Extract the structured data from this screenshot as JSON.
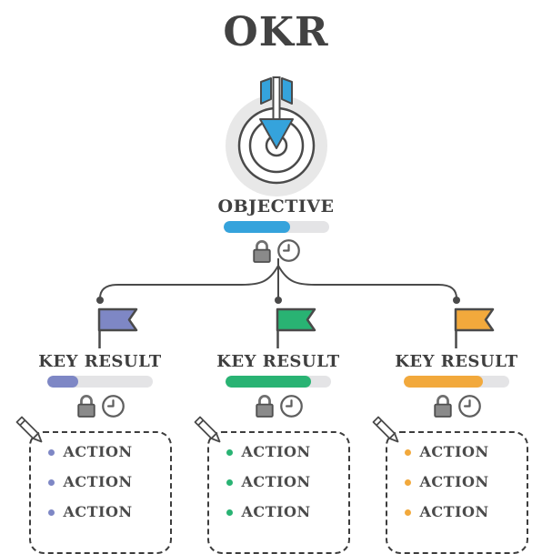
{
  "title": "OKR",
  "colors": {
    "blue": "#35a3dc",
    "purple": "#7e87c5",
    "green": "#29b373",
    "orange": "#f2a93c",
    "outline": "#4a4a4a",
    "track": "#e4e4e6"
  },
  "icons": {
    "header": "target-icon",
    "status": [
      "lock-icon",
      "clock-icon"
    ],
    "key_result_marker": "flag-icon",
    "action_box_marker": "pencil-icon"
  },
  "objective": {
    "label": "OBJECTIVE",
    "progress_percent": 63
  },
  "key_results": [
    {
      "label": "KEY RESULT",
      "color": "#7e87c5",
      "progress_percent": 29,
      "actions": [
        "ACTION",
        "ACTION",
        "ACTION"
      ]
    },
    {
      "label": "KEY RESULT",
      "color": "#29b373",
      "progress_percent": 81,
      "actions": [
        "ACTION",
        "ACTION",
        "ACTION"
      ]
    },
    {
      "label": "KEY RESULT",
      "color": "#f2a93c",
      "progress_percent": 75,
      "actions": [
        "ACTION",
        "ACTION",
        "ACTION"
      ]
    }
  ]
}
